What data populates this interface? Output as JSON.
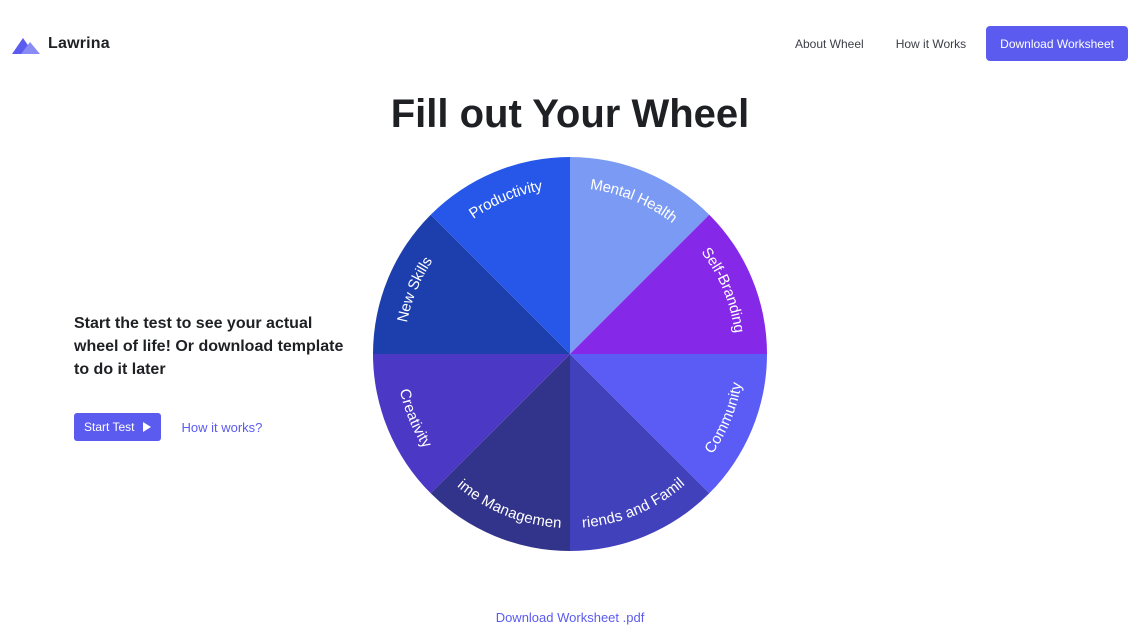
{
  "brand": {
    "name": "Lawrina",
    "logo_icon": "mountain-logo-icon",
    "accent": "#5b5bf0"
  },
  "nav": {
    "about": "About Wheel",
    "how": "How it Works",
    "download": "Download Worksheet"
  },
  "title": "Fill out Your Wheel",
  "intro": "Start the test to see your actual wheel of life! Or download template to do it later",
  "actions": {
    "start": "Start Test",
    "start_icon": "play-icon",
    "how": "How it works?"
  },
  "wheel": {
    "segments": [
      {
        "label": "Mental Health",
        "color": "#7b9af4"
      },
      {
        "label": "Self-Branding",
        "color": "#8528e8"
      },
      {
        "label": "Community",
        "color": "#5b5cf6"
      },
      {
        "label": "Friends and Family",
        "color": "#4141bc"
      },
      {
        "label": "Time Management",
        "color": "#32338a"
      },
      {
        "label": "Creativity",
        "color": "#4b38c4"
      },
      {
        "label": "New Skills",
        "color": "#1d3fad"
      },
      {
        "label": "Productivity",
        "color": "#2657e8"
      }
    ]
  },
  "footer": {
    "download_pdf": "Download Worksheet .pdf"
  }
}
